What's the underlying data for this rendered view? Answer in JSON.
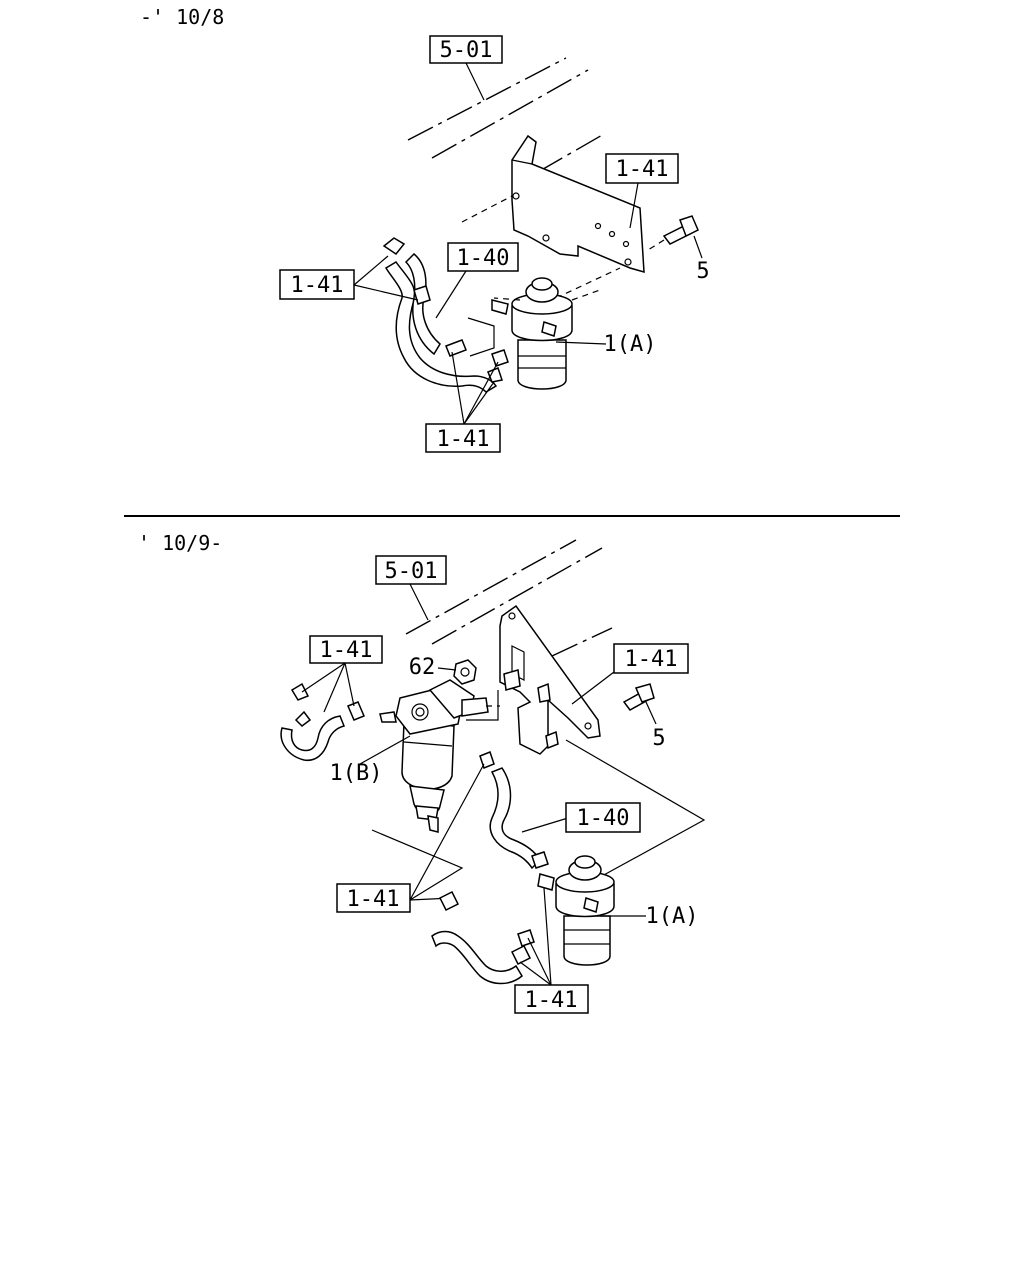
{
  "sections": [
    {
      "date_range": "-' 10/8",
      "callouts": {
        "frame": "5-01",
        "bracket": "1-41",
        "left_clips": "1-41",
        "hose": "1-40",
        "bottom_clips": "1-41",
        "bolt": "5",
        "filter": "1(A)"
      }
    },
    {
      "date_range": "' 10/9-",
      "callouts": {
        "frame": "5-01",
        "left_clips": "1-41",
        "nut": "62",
        "bracket": "1-41",
        "bolt": "5",
        "filter_b": "1(B)",
        "hose": "1-40",
        "mid_clips": "1-41",
        "filter_a": "1(A)",
        "bottom_clips": "1-41"
      }
    }
  ]
}
